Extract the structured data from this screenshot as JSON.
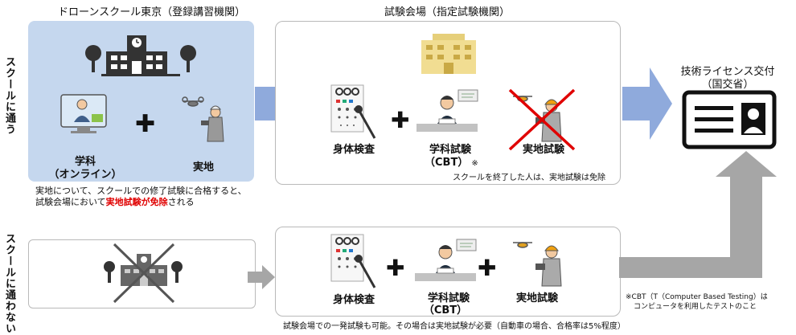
{
  "top": {
    "side_label": "スクールに通う",
    "school_header": "ドローンスクール東京（登録講習機関）",
    "exam_header": "試験会場（指定試験機関）",
    "school": {
      "subject_label_1": "学科",
      "subject_label_2": "（オンライン）",
      "practical_label": "実地"
    },
    "note_part1": "実地について、スクールでの修了試験に合格すると、",
    "note_part2": "試験会場において",
    "note_highlight": "実地試験が免除",
    "note_part3": "される",
    "exam": {
      "physical": "身体検査",
      "academic_1": "学科試験",
      "academic_2": "（CBT）",
      "academic_mark": "※",
      "practical": "実地試験",
      "exempt_note": "スクールを終了した人は、実地試験は免除"
    }
  },
  "license": {
    "title": "技術ライセンス交付",
    "subtitle": "（国交省）"
  },
  "bottom": {
    "side_label": "スクールに通わない",
    "exam": {
      "physical": "身体検査",
      "academic_1": "学科試験",
      "academic_2": "（CBT）",
      "practical": "実地試験"
    },
    "footnote": "試験会場での一発試験も可能。その場合は実地試験が必要（自動車の場合、合格率は5%程度）",
    "cbt_note_1": "※CBT（T（Computer Based Testing）は",
    "cbt_note_2": "コンピュータを利用したテストのこと"
  },
  "colors": {
    "school_bg": "#c5d7ee",
    "arrow_blue": "#8faadc",
    "arrow_gray": "#a6a6a6",
    "highlight_red": "#e00000"
  }
}
